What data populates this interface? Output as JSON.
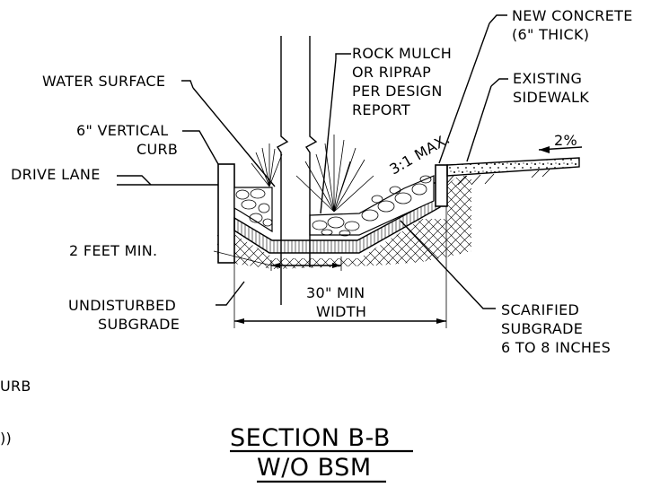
{
  "labels": {
    "water_surface": "WATER SURFACE",
    "vertical_curb_1": "6\" VERTICAL",
    "vertical_curb_2": "CURB",
    "drive_lane": "DRIVE LANE",
    "rock_mulch_1": "ROCK MULCH",
    "rock_mulch_2": "OR RIPRAP",
    "rock_mulch_3": "PER DESIGN",
    "rock_mulch_4": "REPORT",
    "new_concrete_1": "NEW CONCRETE",
    "new_concrete_2": "(6\" THICK)",
    "existing_sidewalk_1": "EXISTING",
    "existing_sidewalk_2": "SIDEWALK",
    "slope_pct": "2%",
    "side_slope": "3:1 MAX.",
    "two_feet": "2 FEET MIN.",
    "min_width_1": "30\" MIN",
    "min_width_2": "WIDTH",
    "undisturbed_1": "UNDISTURBED",
    "undisturbed_2": "SUBGRADE",
    "scarified_1": "SCARIFIED",
    "scarified_2": "SUBGRADE",
    "scarified_3": "6 TO 8 INCHES",
    "cropped_1": "URB",
    "cropped_2": "))"
  },
  "title": {
    "line1": "SECTION B-B",
    "line2": "W/O BSM"
  }
}
